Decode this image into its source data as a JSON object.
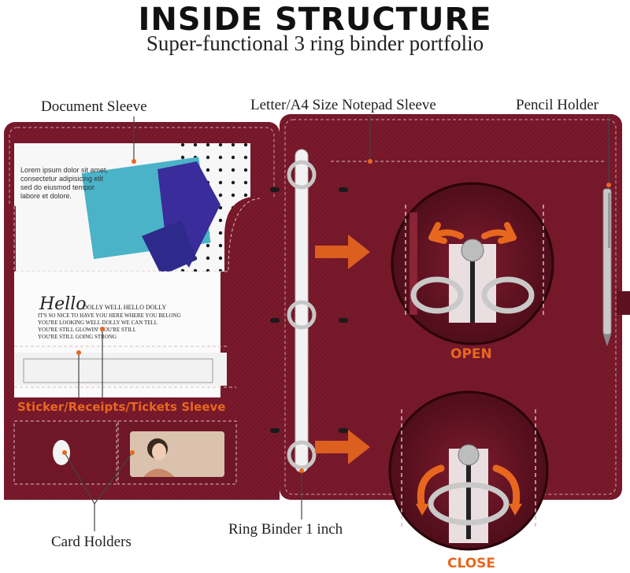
{
  "header": {
    "title": "INSIDE STRUCTURE",
    "subtitle": "Super-functional 3 ring binder portfolio"
  },
  "labels": {
    "document_sleeve": "Document Sleeve",
    "notepad_sleeve": "Letter/A4 Size Notepad Sleeve",
    "pencil_holder": "Pencil Holder",
    "sticker_sleeve": "Sticker/Receipts/Tickets Sleeve",
    "card_holders": "Card Holders",
    "ring_binder": "Ring Binder 1 inch",
    "open": "OPEN",
    "close": "CLOSE"
  },
  "paper_text": {
    "lorem": [
      "Lorem ipsum dolor sit amet,",
      "consectetur adipisicing elit",
      "sed do eiusmod tempor",
      "labore et dolore."
    ],
    "hello": "Hello",
    "letter_lines": [
      "DOLLY WELL HELLO DOLLY",
      "IT'S SO NICE TO HAVE YOU HERE WHERE YOU BELONG",
      "YOU'RE LOOKING WELL DOLLY WE CAN TELL",
      "YOU'RE STILL GLOWIN' YOU'RE STILL",
      "YOU'RE STILL GOING STRONG"
    ]
  },
  "colors": {
    "leather": "#7a1a2c",
    "leather_dark": "#5e1020",
    "accent": "#e8671f"
  }
}
